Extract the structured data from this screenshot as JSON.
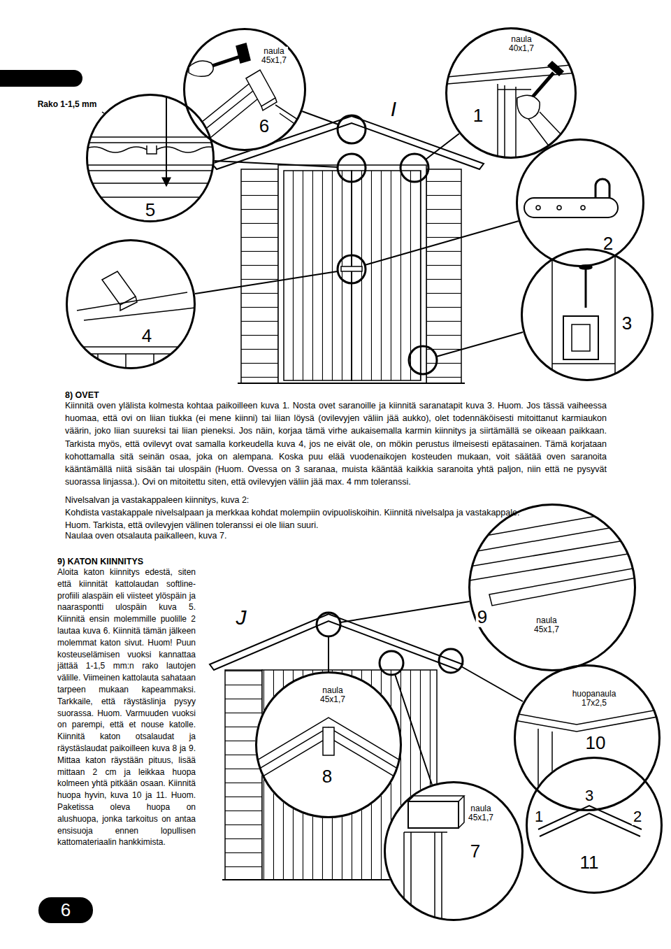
{
  "diagram": {
    "nodes": [
      {
        "text": [
          "naula 45x1,7",
          "6"
        ]
      },
      {
        "text": [
          "naula 40x1,7",
          "1"
        ]
      },
      {
        "text": [
          "Rako 1-1,5 mm",
          "5"
        ]
      },
      {
        "text": [
          "2"
        ]
      },
      {
        "text": [
          "4"
        ]
      },
      {
        "text": [
          "3"
        ]
      },
      {
        "text": [
          "9",
          "naula 45x1,7"
        ]
      },
      {
        "text": [
          "naula 45x1,7",
          "8"
        ]
      },
      {
        "text": [
          "huopanaula 17x2,5",
          "10"
        ]
      },
      {
        "text": [
          "naula 45x1,7",
          "7"
        ]
      },
      {
        "text": [
          "3",
          "1",
          "2",
          "11"
        ]
      },
      {
        "text": [
          "6"
        ]
      }
    ],
    "labels": [
      "I",
      "8) OVET",
      "Kiinnitä oven ylälista kolmesta kohtaa paikoilleen kuva 1. Nosta ovet saranoille ja kiinnitä saranatapit kuva 3. Huom. Jos tässä vaiheessa huomaa, että ovi on liian tiukka (ei mene kiinni) tai liian löysä (ovilevyjen väliin jää aukko), olet todennäköisesti mitoittanut karmiaukon väärin, joko liian suureksi tai liian pieneksi. Jos näin, korjaa tämä virhe aukaisemalla karmin kiinnitys ja siirtämällä se oikeaan paikkaan. Tarkista myös, että ovilevyt ovat samalla korkeudella kuva 4, jos ne eivät ole, on mökin perustus ilmeisesti epätasainen. Tämä korjataan kohottamalla sitä seinän osaa, joka on alempana. Koska puu elää vuodenaikojen kosteuden mukaan, voit säätää oven saranoita kääntämällä niitä sisään tai ulospäin (Huom. Ovessa on 3 saranaa, muista kääntää kaikkia saranoita yhtä paljon, niin että ne pysyvät suorassa linjassa.). Ovi on mitoitettu siten, että ovilevyjen väliin jää max. 4 mm toleranssi.",
      "Nivelsalvan ja vastakappaleen kiinnitys, kuva 2:",
      "Kohdista vastakappale nivelsalpaan ja merkkaa kohdat molempiin ovipuoliskoihin. Kiinnitä nivelsalpa ja vastakappale. Huom. Tarkista, että ovilevyjen välinen toleranssi ei ole liian suuri.",
      "Naulaa oven otsalauta paikalleen, kuva 7.",
      "J",
      "9) KATON KIINNITYS",
      "Aloita katon kiinnitys edestä, siten että kiinnität kattolaudan softline-profiili alaspäin eli viisteet ylöspäin ja naaraspontti ulospäin kuva 5. Kiinnitä ensin molemmille puolille 2 lautaa kuva 6. Kiinnitä tämän jälkeen molemmat katon sivut. Huom! Puun kosteuselämisen vuoksi kannattaa jättää 1-1,5 mm:n rako lautojen välille. Viimeinen kattolauta sahataan tarpeen mukaan kapeammaksi. Tarkkaile, että räystäslinja pysyy suorassa. Huom. Varmuuden vuoksi on parempi, että et nouse katolle. Kiinnitä katon otsalaudat ja räystäslaudat paikoilleen kuva 8 ja 9. Mittaa katon räystään pituus, lisää mittaan 2 cm ja leikkaa huopa kolmeen yhtä pitkään osaan. Kiinnitä huopa hyvin, kuva 10 ja 11. Huom. Paketissa oleva huopa on alushuopa, jonka tarkoitus on antaa ensisuoja ennen lopullisen kattomateriaalin hankkimista."
    ]
  }
}
